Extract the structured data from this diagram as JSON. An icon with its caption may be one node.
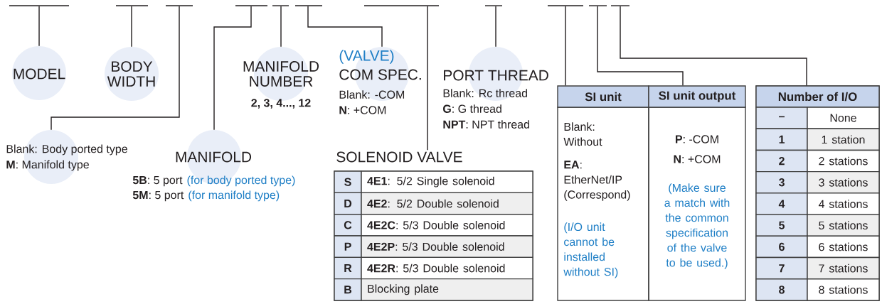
{
  "diagram": {
    "nodes": [
      {
        "text": [],
        "shape": "bar"
      },
      {
        "text": [],
        "shape": "bar"
      },
      {
        "text": [],
        "shape": "bar"
      },
      {
        "text": [],
        "shape": "bar"
      },
      {
        "text": [],
        "shape": "bar"
      },
      {
        "text": [],
        "shape": "bar"
      },
      {
        "text": [],
        "shape": "bar"
      },
      {
        "text": [],
        "shape": "bar"
      },
      {
        "text": [],
        "shape": "bar"
      },
      {
        "text": [],
        "shape": "bar"
      },
      {
        "text": [],
        "shape": "bar"
      },
      {
        "text": [
          "MODEL"
        ]
      },
      {
        "text": [
          "BODY WIDTH"
        ]
      },
      {
        "text": [
          "MANIFOLD NUMBER",
          "2, 3, 4..., 12"
        ]
      },
      {
        "text": [
          "(VALVE)",
          "COM SPEC.",
          "Blank: -COM",
          "**N**: +COM"
        ]
      },
      {
        "text": [
          "PORT THREAD",
          "Blank: Rc thread",
          "**G**: G thread",
          "**NPT**: NPT thread"
        ]
      },
      {
        "text": [
          "SI unit",
          "Blank: Without",
          "**EA**: EtherNet/IP (Correspond)",
          "(I/O unit cannot be installed without SI)"
        ]
      },
      {
        "text": [
          "SI unit output",
          "**P**: -COM",
          "**N**: +COM",
          "(Make sure a match with the common specification of the valve to be used.)"
        ]
      },
      {
        "text": [
          "Number of I/O"
        ]
      },
      {
        "text": [
          "Blank: Body ported type",
          "**M**: Manifold type"
        ]
      },
      {
        "text": [
          "MANIFOLD",
          "**5B**: 5 port",
          "(for body ported type)",
          "**5M**: 5 port",
          "(for manifold type)"
        ]
      },
      {
        "text": [
          "SOLENOID VALVE"
        ]
      },
      {
        "text": [
          "S"
        ],
        "in": 21
      },
      {
        "text": [
          "**4E1**: 5/2 Single solenoid"
        ],
        "in": 21
      },
      {
        "text": [
          "D"
        ],
        "in": 21
      },
      {
        "text": [
          "**4E2**: 5/2 Double solenoid"
        ],
        "in": 21
      },
      {
        "text": [
          "C"
        ],
        "in": 21
      },
      {
        "text": [
          "**4E2C**: 5/3 Double solenoid"
        ],
        "in": 21
      },
      {
        "text": [
          "P"
        ],
        "in": 21
      },
      {
        "text": [
          "**4E2P**: 5/3 Double solenoid"
        ],
        "in": 21
      },
      {
        "text": [
          "R"
        ],
        "in": 21
      },
      {
        "text": [
          "**4E2R**: 5/3 Double solenoid"
        ],
        "in": 21
      },
      {
        "text": [
          "B"
        ],
        "in": 21
      },
      {
        "text": [
          "Blocking plate"
        ],
        "in": 21
      },
      {
        "text": [
          "–"
        ],
        "in": 18
      },
      {
        "text": [
          "None"
        ],
        "in": 18
      },
      {
        "text": [
          "1"
        ],
        "in": 18
      },
      {
        "text": [
          "1 station"
        ],
        "in": 18
      },
      {
        "text": [
          "2"
        ],
        "in": 18
      },
      {
        "text": [
          "2 stations"
        ],
        "in": 18
      },
      {
        "text": [
          "3"
        ],
        "in": 18
      },
      {
        "text": [
          "3 stations"
        ],
        "in": 18
      },
      {
        "text": [
          "4"
        ],
        "in": 18
      },
      {
        "text": [
          "4 stations"
        ],
        "in": 18
      },
      {
        "text": [
          "5"
        ],
        "in": 18
      },
      {
        "text": [
          "5 stations"
        ],
        "in": 18
      },
      {
        "text": [
          "6"
        ],
        "in": 18
      },
      {
        "text": [
          "6 stations"
        ],
        "in": 18
      },
      {
        "text": [
          "7"
        ],
        "in": 18
      },
      {
        "text": [
          "7 stations"
        ],
        "in": 18
      },
      {
        "text": [
          "8"
        ],
        "in": 18
      },
      {
        "text": [
          "8 stations"
        ],
        "in": 18
      }
    ],
    "edges": [
      {
        "from": 0,
        "to": 11,
        "arrow": "none"
      },
      {
        "from": 1,
        "to": 12,
        "arrow": "none"
      },
      {
        "from": 2,
        "to": 19,
        "arrow": "none"
      },
      {
        "from": 3,
        "to": 20,
        "arrow": "none"
      },
      {
        "from": 4,
        "to": 13,
        "arrow": "none"
      },
      {
        "from": 5,
        "to": 14,
        "arrow": "none"
      },
      {
        "from": 6,
        "to": 21,
        "arrow": "none"
      },
      {
        "from": 7,
        "to": 15,
        "arrow": "none"
      },
      {
        "from": 8,
        "to": 16,
        "arrow": "none"
      },
      {
        "from": 9,
        "to": 17,
        "arrow": "none"
      },
      {
        "from": 10,
        "to": 18,
        "arrow": "none"
      }
    ]
  }
}
